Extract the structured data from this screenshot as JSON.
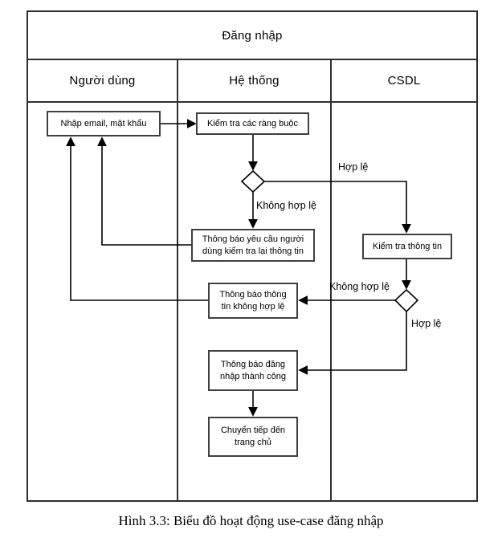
{
  "diagram": {
    "title": "Đăng nhập",
    "lanes": [
      {
        "label": "Người dùng"
      },
      {
        "label": "Hệ thống"
      },
      {
        "label": "CSDL"
      }
    ],
    "nodes": {
      "enter_credentials": "Nhập email, mật khẩu",
      "check_constraints": "Kiểm tra các ràng buộc",
      "notify_recheck": "Thông báo yêu cầu người dùng kiểm tra lại thông tin",
      "check_info": "Kiểm tra thông tin",
      "notify_invalid": "Thông báo thông tin không hợp lệ",
      "notify_success": "Thông báo đăng nhập thành công",
      "redirect_home": "Chuyển tiếp đến trang chủ"
    },
    "edge_labels": {
      "d1_valid": "Hợp lệ",
      "d1_invalid": "Không hợp lệ",
      "d2_invalid": "Không hợp lệ",
      "d2_valid": "Hợp lệ"
    },
    "colors": {
      "line": "#000000",
      "frame": "#2f2f2f",
      "node_border": "#404040",
      "background": "#ffffff"
    }
  },
  "caption": "Hình 3.3: Biểu đồ hoạt động use-case đăng nhập"
}
